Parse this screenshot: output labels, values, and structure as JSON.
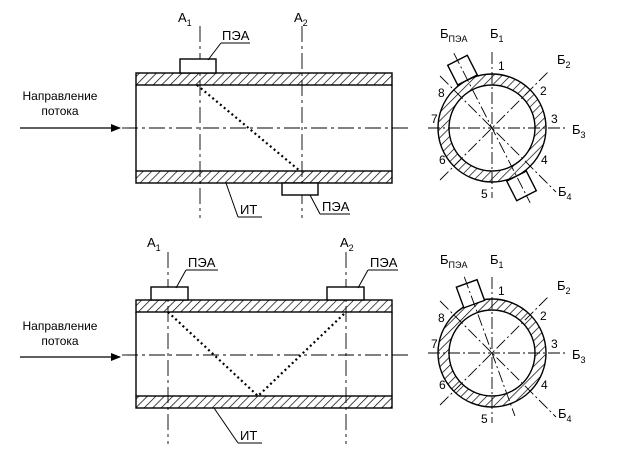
{
  "colors": {
    "line": "#000000",
    "background": "#ffffff"
  },
  "top": {
    "flow_label": [
      "Направление",
      "потока"
    ],
    "section_a1": {
      "main": "А",
      "sub": "1"
    },
    "section_a2": {
      "main": "А",
      "sub": "2"
    },
    "transducer_top_label": "ПЭА",
    "transducer_bottom_label": "ПЭА",
    "pipe_label": "ИТ",
    "cross_section": {
      "b_pea": {
        "main": "Б",
        "sub": "ПЭА"
      },
      "b1": {
        "main": "Б",
        "sub": "1"
      },
      "b2": {
        "main": "Б",
        "sub": "2"
      },
      "b3": {
        "main": "Б",
        "sub": "3"
      },
      "b4": {
        "main": "Б",
        "sub": "4"
      },
      "points": [
        "1",
        "2",
        "3",
        "4",
        "5",
        "6",
        "7",
        "8"
      ]
    }
  },
  "bottom": {
    "flow_label": [
      "Направление",
      "потока"
    ],
    "section_a1": {
      "main": "А",
      "sub": "1"
    },
    "section_a2": {
      "main": "А",
      "sub": "2"
    },
    "transducer_left_label": "ПЭА",
    "transducer_right_label": "ПЭА",
    "pipe_label": "ИТ",
    "cross_section": {
      "b_pea": {
        "main": "Б",
        "sub": "ПЭА"
      },
      "b1": {
        "main": "Б",
        "sub": "1"
      },
      "b2": {
        "main": "Б",
        "sub": "2"
      },
      "b3": {
        "main": "Б",
        "sub": "3"
      },
      "b4": {
        "main": "Б",
        "sub": "4"
      },
      "points": [
        "1",
        "2",
        "3",
        "4",
        "5",
        "6",
        "7",
        "8"
      ]
    }
  }
}
